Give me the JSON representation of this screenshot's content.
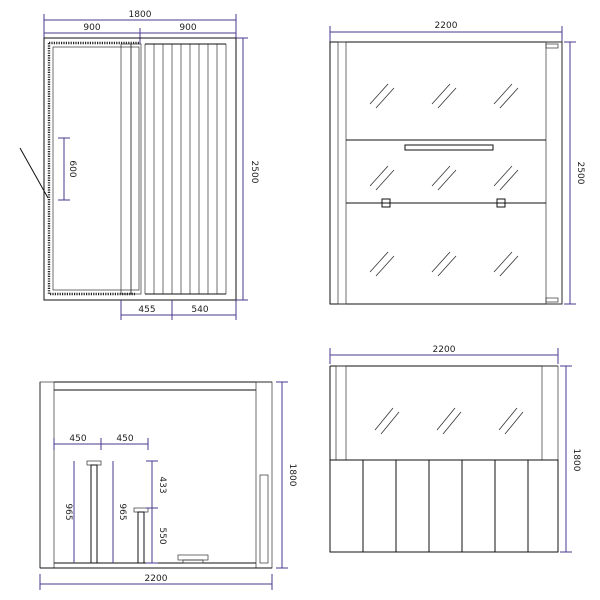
{
  "views": {
    "top_plan": {
      "total_width": "1800",
      "half_left": "900",
      "half_right": "900",
      "depth": "2500",
      "inner_height": "600",
      "bottom_left": "455",
      "bottom_right": "540"
    },
    "front_elevation": {
      "width": "2200",
      "height": "2500"
    },
    "section": {
      "bench_a": "450",
      "bench_b": "450",
      "height": "1800",
      "width": "2200",
      "h1": "965",
      "h2": "965",
      "h3": "433",
      "h4": "550"
    },
    "side_elevation": {
      "width": "2200",
      "height": "1800"
    }
  },
  "colors": {
    "dimension_line": "#4a3a8c",
    "outline": "#111111"
  }
}
